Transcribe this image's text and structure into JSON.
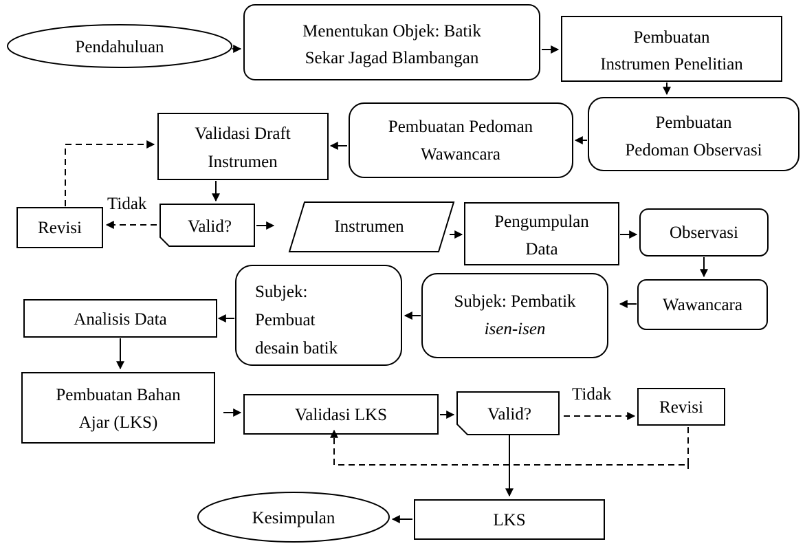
{
  "nodes": {
    "pendahuluan": {
      "lines": [
        "Pendahuluan"
      ]
    },
    "menentukan_objek": {
      "lines": [
        "Menentukan Objek: Batik",
        "Sekar Jagad Blambangan"
      ]
    },
    "pembuatan_instrumen": {
      "lines": [
        "Pembuatan",
        "Instrumen Penelitian"
      ]
    },
    "pedoman_observasi": {
      "lines": [
        "Pembuatan",
        "Pedoman Observasi"
      ]
    },
    "pedoman_wawancara": {
      "lines": [
        "Pembuatan Pedoman",
        "Wawancara"
      ]
    },
    "validasi_draft": {
      "lines": [
        "Validasi Draft",
        "Instrumen"
      ]
    },
    "revisi_1": {
      "lines": [
        "Revisi"
      ]
    },
    "valid_1": {
      "lines": [
        "Valid?"
      ]
    },
    "instrumen": {
      "lines": [
        "Instrumen"
      ]
    },
    "pengumpulan_data": {
      "lines": [
        "Pengumpulan",
        "Data"
      ]
    },
    "observasi": {
      "lines": [
        "Observasi"
      ]
    },
    "wawancara": {
      "lines": [
        "Wawancara"
      ]
    },
    "subjek_pembatik": {
      "lines": [
        "Subjek: Pembatik",
        "isen-isen"
      ]
    },
    "subjek_pembuat": {
      "lines": [
        "Subjek:",
        "Pembuat",
        "desain batik"
      ]
    },
    "analisis_data": {
      "lines": [
        "Analisis Data"
      ]
    },
    "bahan_ajar": {
      "lines": [
        "Pembuatan Bahan",
        "Ajar (LKS)"
      ]
    },
    "validasi_lks": {
      "lines": [
        "Validasi LKS"
      ]
    },
    "valid_2": {
      "lines": [
        "Valid?"
      ]
    },
    "revisi_2": {
      "lines": [
        "Revisi"
      ]
    },
    "lks": {
      "lines": [
        "LKS"
      ]
    },
    "kesimpulan": {
      "lines": [
        "Kesimpulan"
      ]
    }
  },
  "edge_labels": {
    "tidak_1": "Tidak",
    "tidak_2": "Tidak"
  }
}
